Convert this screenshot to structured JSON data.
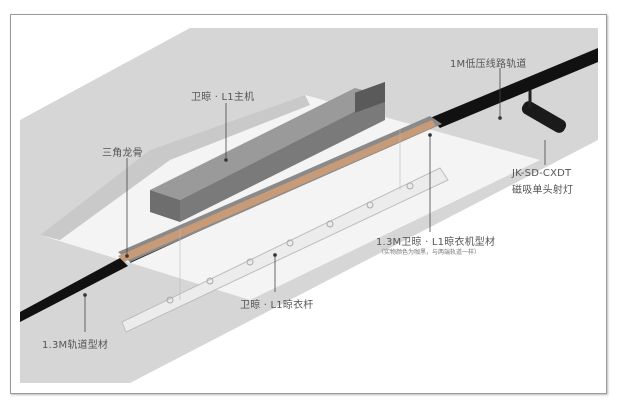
{
  "labels": {
    "main_unit": "卫晾 · L1主机",
    "track_1m": "1M低压线路轨道",
    "keel": "三角龙骨",
    "spotlight_model": "JK-SD-CXDT",
    "spotlight_name": "磁吸单头射灯",
    "profile": "1.3M卫晾 · L1晾衣机型材",
    "profile_note": "（实物颜色为咖黑，与两端轨道一样）",
    "rod": "卫晾 · L1晾衣杆",
    "track_13m": "1.3M轨道型材"
  },
  "colors": {
    "ceiling": "#d4d4d4",
    "track": "#111111",
    "wood_strip": "#c79a78",
    "housing": "#7a7a7a"
  }
}
